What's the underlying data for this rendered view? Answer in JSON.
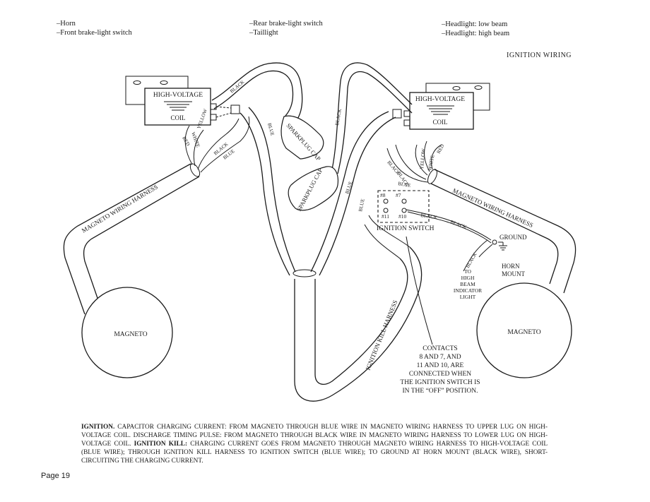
{
  "legend_top": {
    "col1": [
      "–Horn",
      "–Front brake-light switch"
    ],
    "col2": [
      "–Rear brake-light switch",
      "–Taillight"
    ],
    "col3": [
      "–Headlight: low beam",
      "–Headlight: high beam"
    ]
  },
  "title": "IGNITION WIRING",
  "components": {
    "coil_left_title": "HIGH-VOLTAGE",
    "coil_left_sub": "COIL",
    "coil_right_title": "HIGH-VOLTAGE",
    "coil_right_sub": "COIL",
    "sparkplug_cap_1": "SPARKPLUG CAP",
    "sparkplug_cap_2": "SPARKPLUG CAP",
    "magneto_left": "MAGNETO",
    "magneto_right": "MAGNETO",
    "ignition_switch": "IGNITION SWITCH",
    "ground": "GROUND",
    "horn_mount": [
      "HORN",
      "MOUNT"
    ],
    "high_beam": [
      "TO",
      "HIGH",
      "BEAM",
      "INDICATOR",
      "LIGHT"
    ],
    "terminal_8": "#8",
    "terminal_7": "#7",
    "terminal_11": "#11",
    "terminal_10": "#10"
  },
  "harness_labels": {
    "magneto_left": "MAGNETO WIRING HARNESS",
    "magneto_right": "MAGNETO WIRING HARNESS",
    "ignition_kill": "IGNITION KILL HARNESS"
  },
  "wire_labels": {
    "black": "BLACK",
    "blue": "BLUE",
    "red": "RED",
    "white": "WHITE",
    "yellow": "YELLOW"
  },
  "contacts_note": [
    "CONTACTS",
    "8 AND 7, AND",
    "11 AND 10, ARE",
    "CONNECTED WHEN",
    "THE IGNITION SWITCH IS",
    "IN THE “OFF” POSITION."
  ],
  "caption": {
    "ignition_heading": "IGNITION.",
    "ignition_text": "Capacitor charging current: from magneto through blue wire in magneto wiring harness to upper lug on high-voltage coil. Discharge timing pulse: from magneto through black wire in magneto wiring harness to lower lug on high-voltage coil.",
    "kill_heading": "IGNITION KILL:",
    "kill_text": "Charging current goes from magneto through magneto wiring harness to high-voltage coil (blue wire); through ignition kill harness to ignition switch (blue wire); to ground at horn mount (black wire), short-circuiting the charging current."
  },
  "page_number": "Page 19"
}
